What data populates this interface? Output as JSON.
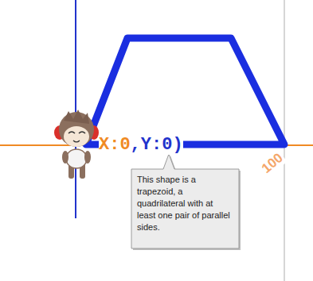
{
  "diagram": {
    "nodes": [
      {
        "text": [
          "This shape is a trapezoid, a quadrilateral with at least one pair of parallel sides."
        ]
      }
    ],
    "labels": [
      "X:0",
      ",Y:0)",
      "100"
    ]
  }
}
